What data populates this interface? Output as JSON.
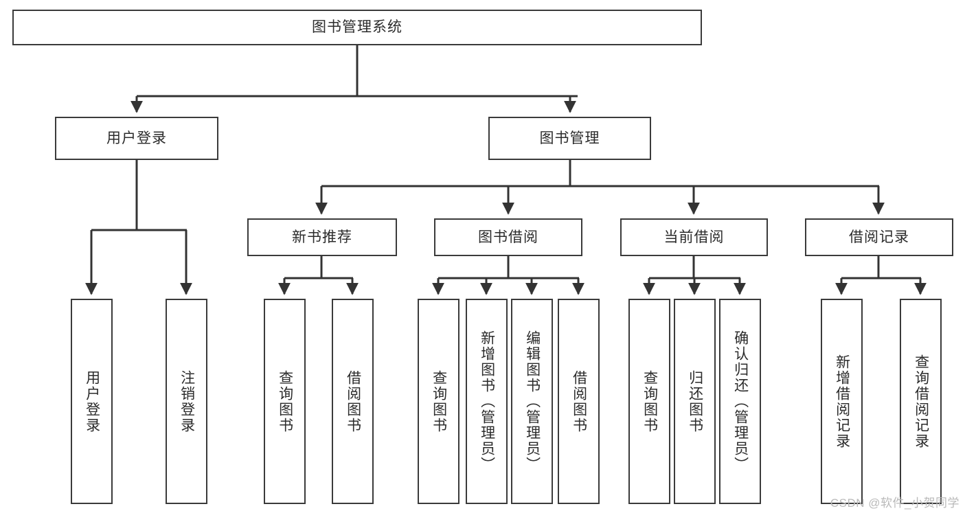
{
  "diagram": {
    "title": "图书管理系统",
    "type": "tree-hierarchy-diagram",
    "colors": {
      "box_border": "#3a3a3a",
      "box_fill": "#ffffff",
      "connector": "#333333",
      "text": "#2b2b2b",
      "watermark": "#b9b9b9"
    },
    "root": {
      "label": "图书管理系统"
    },
    "level2": [
      {
        "label": "用户登录"
      },
      {
        "label": "图书管理"
      }
    ],
    "level3": [
      {
        "label": "新书推荐"
      },
      {
        "label": "图书借阅"
      },
      {
        "label": "当前借阅"
      },
      {
        "label": "借阅记录"
      }
    ],
    "leaves": {
      "user_login": [
        {
          "label": "用户登录"
        },
        {
          "label": "注销登录"
        }
      ],
      "new_book_recommend": [
        {
          "label": "查询图书"
        },
        {
          "label": "借阅图书"
        }
      ],
      "book_borrow": [
        {
          "label": "查询图书"
        },
        {
          "label": "新增图书（管理员）"
        },
        {
          "label": "编辑图书（管理员）"
        },
        {
          "label": "借阅图书"
        }
      ],
      "current_borrow": [
        {
          "label": "查询图书"
        },
        {
          "label": "归还图书"
        },
        {
          "label": "确认归还（管理员）"
        }
      ],
      "borrow_record": [
        {
          "label": "新增借阅记录"
        },
        {
          "label": "查询借阅记录"
        }
      ]
    },
    "watermark": "CSDN @软件_小贺同学"
  }
}
